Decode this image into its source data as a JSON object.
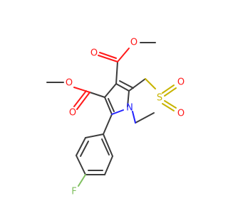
{
  "molecule": {
    "atoms": {
      "oxygen": "O",
      "nitrogen": "N",
      "sulfur": "S",
      "fluorine": "F"
    },
    "colors": {
      "bond": "#3c3c3c",
      "oxygen": "#ff1a1a",
      "nitrogen": "#2222ff",
      "sulfur": "#c8b400",
      "fluorine": "#80c060"
    }
  }
}
